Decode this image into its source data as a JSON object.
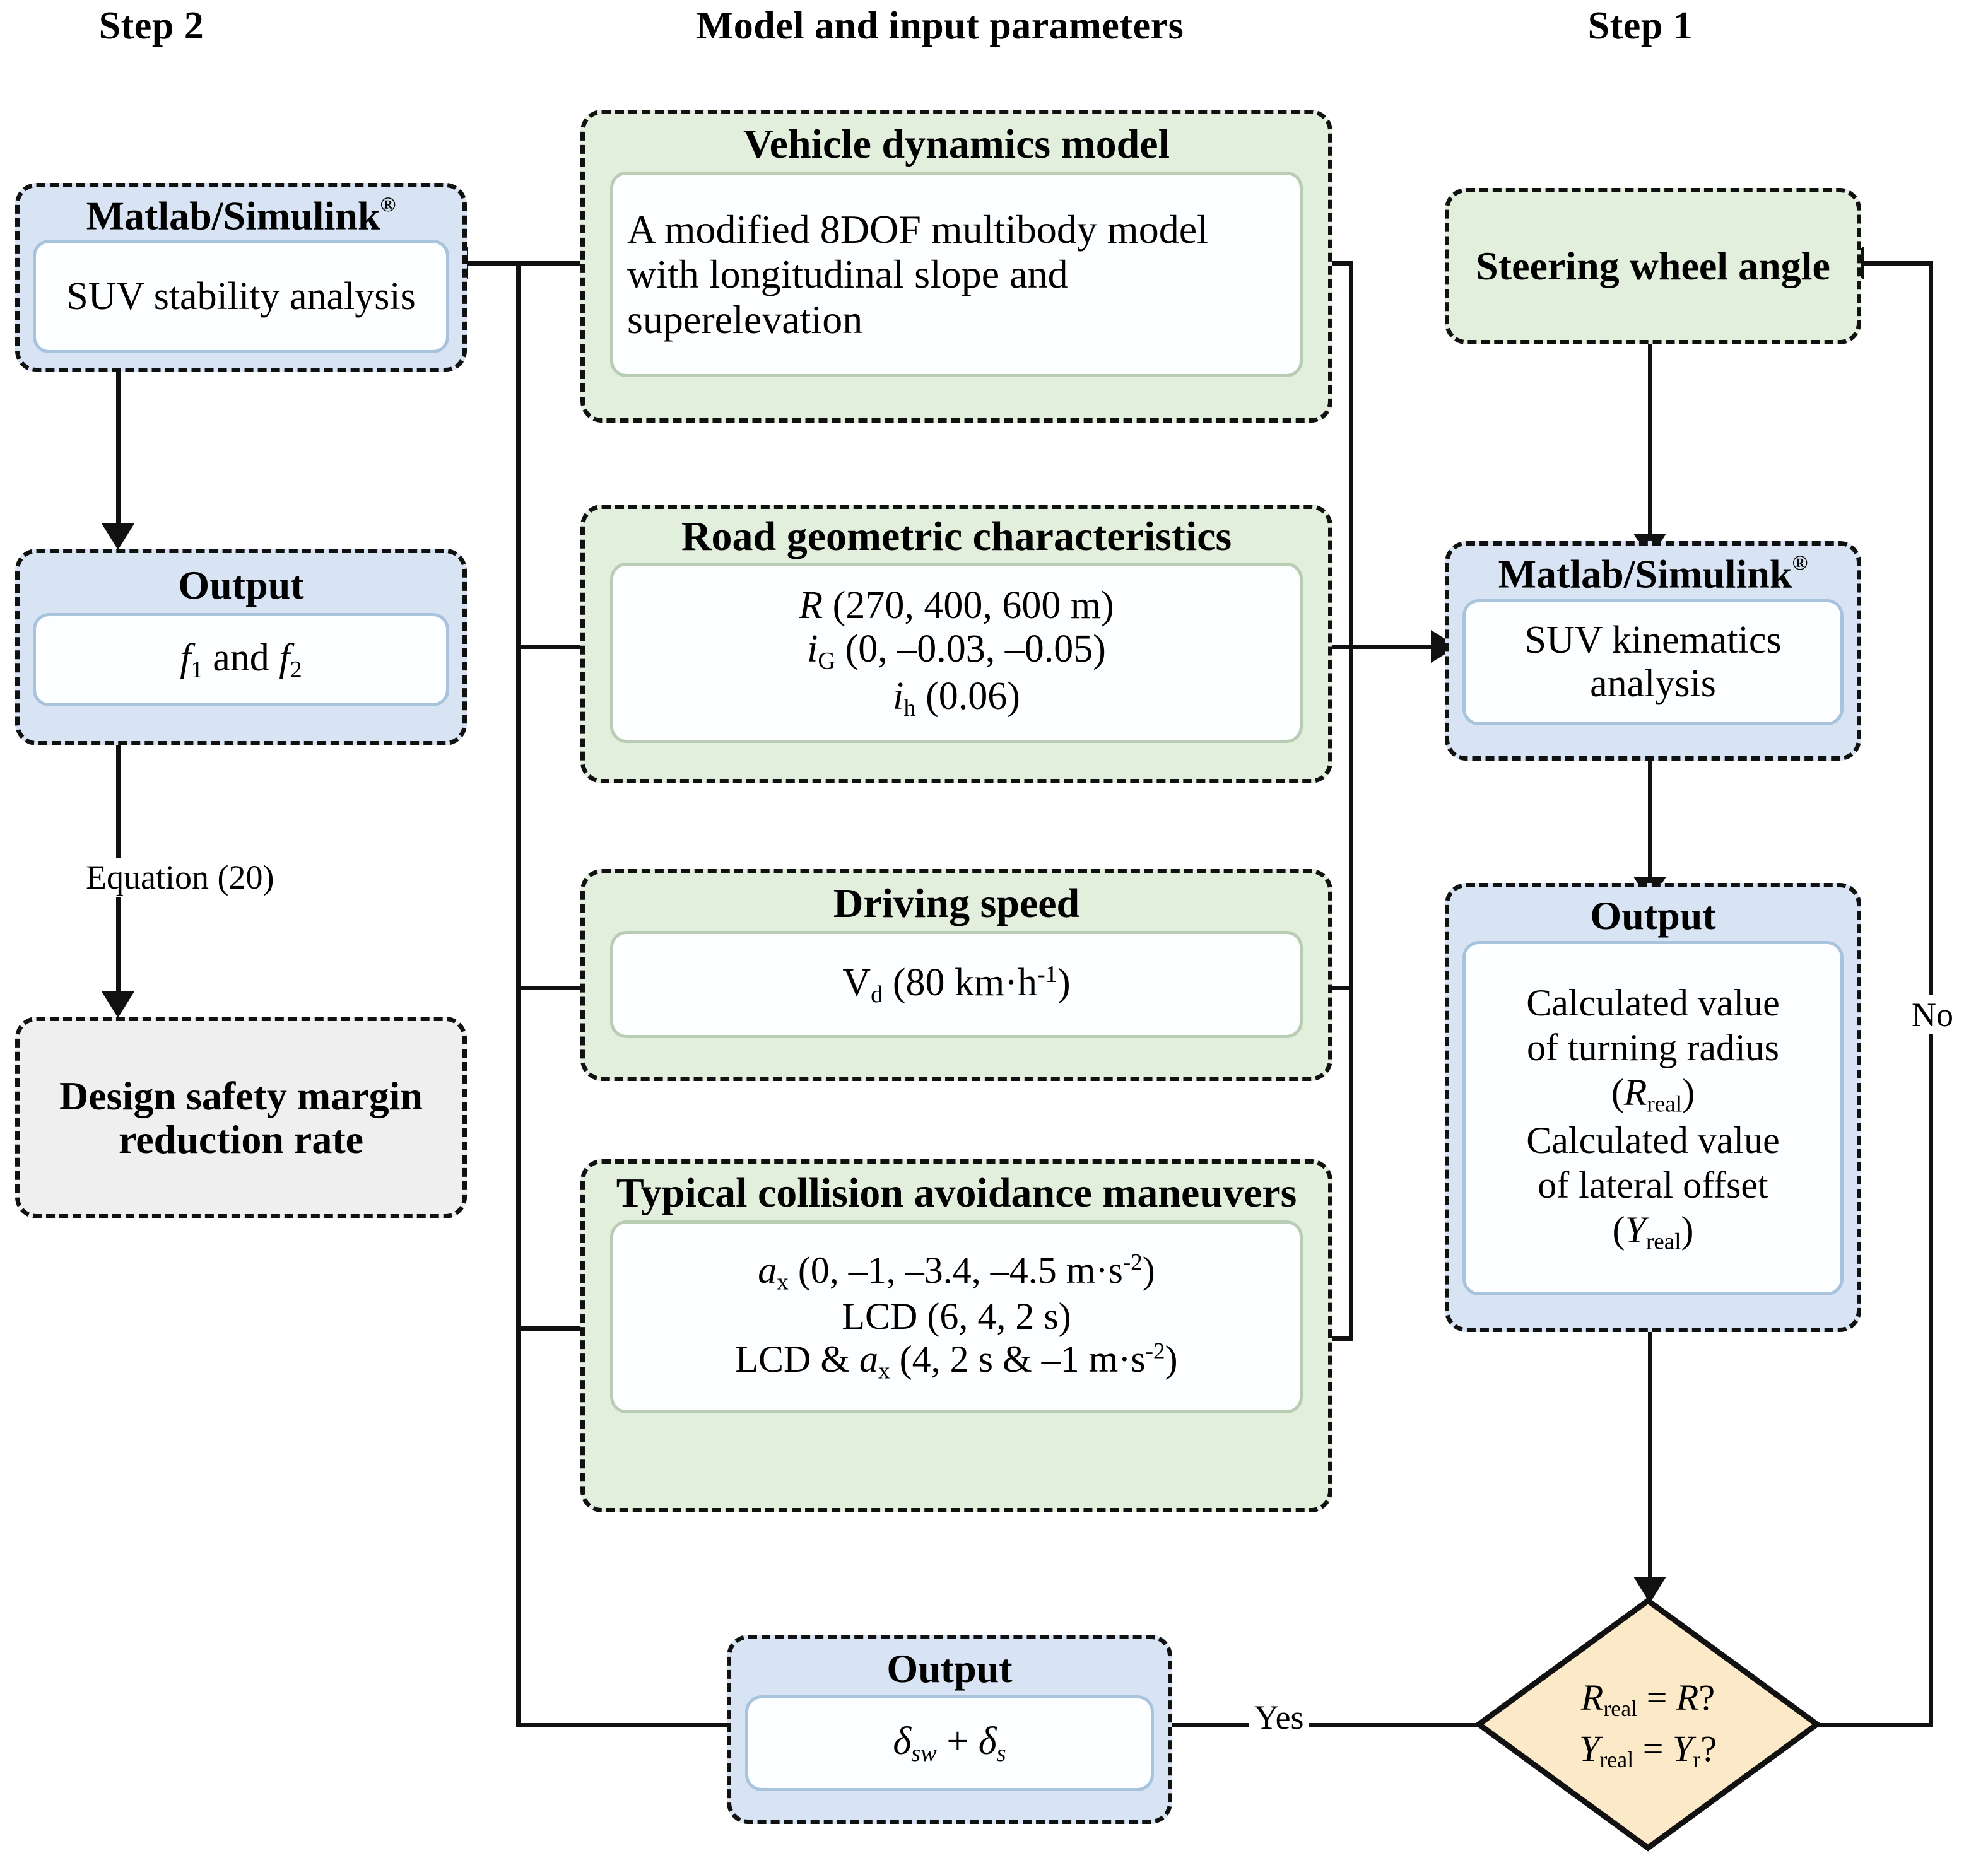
{
  "columns": {
    "step2": "Step 2",
    "center": "Model and input parameters",
    "step1": "Step 1"
  },
  "left": {
    "matlab_stability": {
      "title": "Matlab/Simulink",
      "title_sup": "®",
      "body": "SUV stability analysis"
    },
    "output_f": {
      "title": "Output",
      "body_f1": "f",
      "body_f1_sub": "1",
      "body_and": "and",
      "body_f2": "f",
      "body_f2_sub": "2"
    },
    "equation_label": "Equation (20)",
    "design_margin": {
      "title": "Design safety margin reduction rate"
    }
  },
  "center": {
    "vehicle_dynamics": {
      "title": "Vehicle dynamics model",
      "body": "A modified 8DOF multibody model with longitudinal slope and superelevation"
    },
    "road_geometry": {
      "title": "Road geometric characteristics",
      "line1_sym": "R",
      "line1_val": "(270, 400, 600 m)",
      "line2_sym": "i",
      "line2_sub": "G",
      "line2_val": "(0, –0.03, –0.05)",
      "line3_sym": "i",
      "line3_sub": "h",
      "line3_val": "(0.06)"
    },
    "driving_speed": {
      "title": "Driving speed",
      "sym": "V",
      "sym_sub": "d",
      "val_pre": "(80 km·h",
      "val_sup": "-1",
      "val_post": ")"
    },
    "collision_maneuvers": {
      "title": "Typical collision avoidance maneuvers",
      "line1_sym": "a",
      "line1_sub": "x",
      "line1_pre": "(0, –1, –3.4, –4.5 m·s",
      "line1_sup": "-2",
      "line1_post": ")",
      "line2": "LCD (6, 4, 2 s)",
      "line3_pre": "LCD & ",
      "line3_sym": "a",
      "line3_sub": "x",
      "line3_mid": "(4, 2 s & –1 m·s",
      "line3_sup": "-2",
      "line3_post": ")"
    },
    "output_delta": {
      "title": "Output",
      "sym1": "δ",
      "sym1_sub": "sw",
      "plus": "+",
      "sym2": "δ",
      "sym2_sub": "s"
    }
  },
  "right": {
    "steering_wheel_angle": {
      "title": "Steering wheel angle"
    },
    "matlab_kinematics": {
      "title": "Matlab/Simulink",
      "title_sup": "®",
      "body": "SUV kinematics analysis"
    },
    "output_calc": {
      "title": "Output",
      "line1": "Calculated value",
      "line2": "of turning radius",
      "line3_open": "(",
      "line3_sym": "R",
      "line3_sub": "real",
      "line3_close": ")",
      "line4": "Calculated value",
      "line5": "of lateral offset",
      "line6_open": "(",
      "line6_sym": "Y",
      "line6_sub": "real",
      "line6_close": ")"
    },
    "decision": {
      "line1_lsym": "R",
      "line1_lsub": "real",
      "line1_eq": "=",
      "line1_rsym": "R",
      "line1_q": "?",
      "line2_lsym": "Y",
      "line2_lsub": "real",
      "line2_eq": "=",
      "line2_rsym": "Y",
      "line2_rsub": "r",
      "line2_q": "?"
    }
  },
  "edges": {
    "yes": "Yes",
    "no": "No"
  },
  "colors": {
    "green_fill": "#e3efdd",
    "blue_fill": "#d8e4f3",
    "grey_fill": "#efefef",
    "diamond_fill": "#fbe9c7",
    "stroke": "#111111",
    "inner_border_blue": "#a8c4dd",
    "inner_border_green": "#b9cdb4"
  }
}
